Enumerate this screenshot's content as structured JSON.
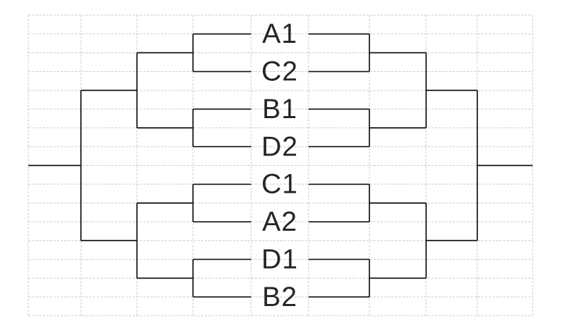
{
  "figure": {
    "kind": "tournament-bracket",
    "teams": [
      "A1",
      "C2",
      "B1",
      "D2",
      "C1",
      "A2",
      "D1",
      "B2"
    ],
    "matches": {
      "quarterfinals": [
        [
          "A1",
          "C2"
        ],
        [
          "B1",
          "D2"
        ],
        [
          "C1",
          "A2"
        ],
        [
          "D1",
          "B2"
        ]
      ],
      "sides": [
        "left",
        "right"
      ],
      "rounds_per_side": 3
    },
    "colors": {
      "background": "#ffffff",
      "grid_line": "#c7c7c7",
      "bracket_line": "#0d0d0d",
      "label_text": "#262626"
    }
  }
}
